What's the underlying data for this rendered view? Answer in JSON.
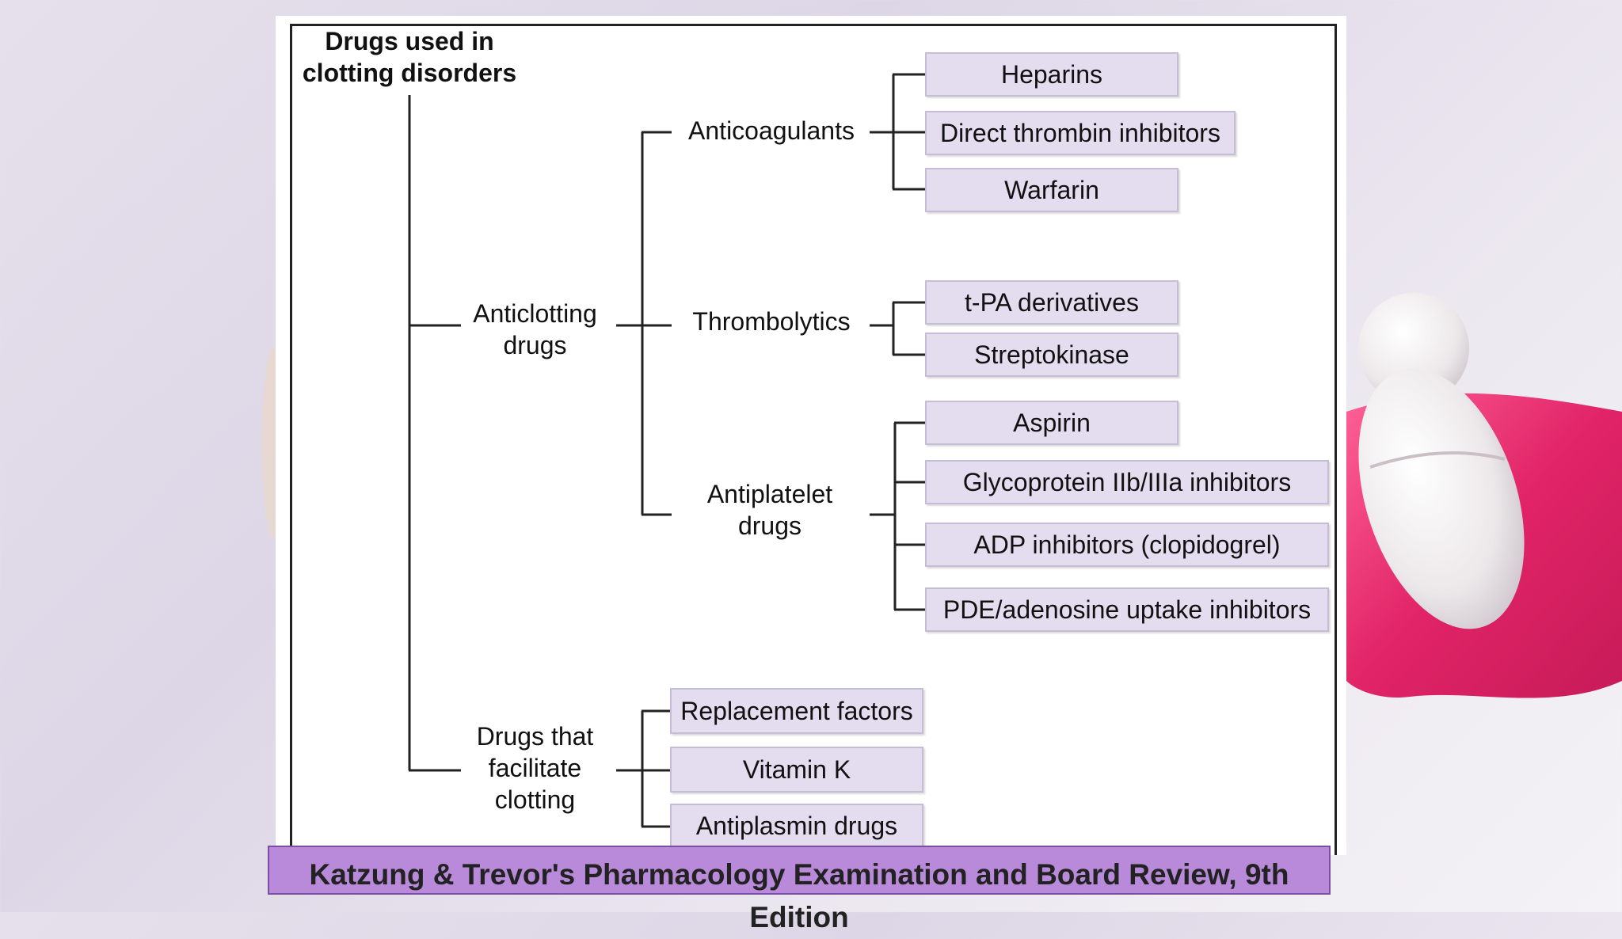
{
  "diagram": {
    "root": "Drugs used in clotting disorders",
    "categories": [
      {
        "label": "Anticlotting drugs",
        "subcategories": [
          {
            "label": "Anticoagulants",
            "items": [
              "Heparins",
              "Direct thrombin inhibitors",
              "Warfarin"
            ]
          },
          {
            "label": "Thrombolytics",
            "items": [
              "t-PA derivatives",
              "Streptokinase"
            ]
          },
          {
            "label": "Antiplatelet drugs",
            "items": [
              "Aspirin",
              "Glycoprotein IIb/IIIa inhibitors",
              "ADP inhibitors (clopidogrel)",
              "PDE/adenosine uptake inhibitors"
            ]
          }
        ]
      },
      {
        "label": "Drugs that facilitate clotting",
        "items": [
          "Replacement factors",
          "Vitamin K",
          "Antiplasmin drugs"
        ]
      }
    ]
  },
  "caption": "Katzung & Trevor's Pharmacology Examination and Board Review, 9th Edition",
  "colors": {
    "box_fill": "#e4dcef",
    "caption_fill": "#b88ad9",
    "accent_pink": "#e8206a"
  }
}
